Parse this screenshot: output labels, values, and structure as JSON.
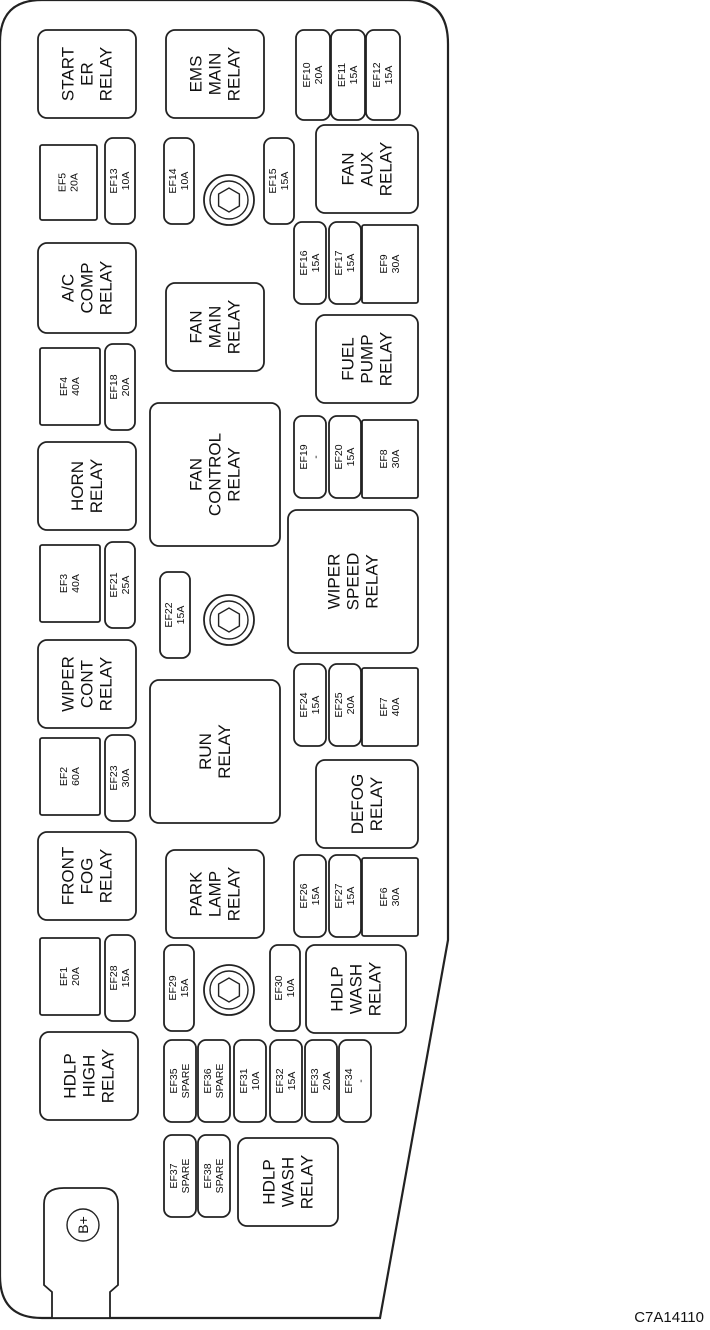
{
  "figure_code": "C7A14110",
  "battery_terminal": "B+",
  "relays": {
    "starter": [
      "START",
      "ER",
      "RELAY"
    ],
    "ems_main": [
      "EMS",
      "MAIN",
      "RELAY"
    ],
    "fan_aux": [
      "FAN",
      "AUX",
      "RELAY"
    ],
    "ac_comp": [
      "A/C",
      "COMP",
      "RELAY"
    ],
    "fan_main": [
      "FAN",
      "MAIN",
      "RELAY"
    ],
    "fuel_pump": [
      "FUEL",
      "PUMP",
      "RELAY"
    ],
    "horn": [
      "HORN",
      "RELAY"
    ],
    "fan_control": [
      "FAN",
      "CONTROL",
      "RELAY"
    ],
    "wiper_speed": [
      "WIPER",
      "SPEED",
      "RELAY"
    ],
    "wiper_cont": [
      "WIPER",
      "CONT",
      "RELAY"
    ],
    "run": [
      "RUN",
      "RELAY"
    ],
    "defog": [
      "DEFOG",
      "RELAY"
    ],
    "front_fog": [
      "FRONT",
      "FOG",
      "RELAY"
    ],
    "park_lamp": [
      "PARK",
      "LAMP",
      "RELAY"
    ],
    "hdlp_wash_upper": [
      "HDLP",
      "WASH",
      "RELAY"
    ],
    "hdlp_high": [
      "HDLP",
      "HIGH",
      "RELAY"
    ],
    "hdlp_wash_lower": [
      "HDLP",
      "WASH",
      "RELAY"
    ]
  },
  "fuses": {
    "ef1": [
      "EF1",
      "20A"
    ],
    "ef2": [
      "EF2",
      "60A"
    ],
    "ef3": [
      "EF3",
      "40A"
    ],
    "ef4": [
      "EF4",
      "40A"
    ],
    "ef5": [
      "EF5",
      "20A"
    ],
    "ef6": [
      "EF6",
      "30A"
    ],
    "ef7": [
      "EF7",
      "40A"
    ],
    "ef8": [
      "EF8",
      "30A"
    ],
    "ef9": [
      "EF9",
      "30A"
    ],
    "ef10": [
      "EF10",
      "20A"
    ],
    "ef11": [
      "EF11",
      "15A"
    ],
    "ef12": [
      "EF12",
      "15A"
    ],
    "ef13": [
      "EF13",
      "10A"
    ],
    "ef14": [
      "EF14",
      "10A"
    ],
    "ef15": [
      "EF15",
      "15A"
    ],
    "ef16": [
      "EF16",
      "15A"
    ],
    "ef17": [
      "EF17",
      "15A"
    ],
    "ef18": [
      "EF18",
      "20A"
    ],
    "ef19": [
      "EF19",
      "-"
    ],
    "ef20": [
      "EF20",
      "15A"
    ],
    "ef21": [
      "EF21",
      "25A"
    ],
    "ef22": [
      "EF22",
      "15A"
    ],
    "ef23": [
      "EF23",
      "30A"
    ],
    "ef24": [
      "EF24",
      "15A"
    ],
    "ef25": [
      "EF25",
      "20A"
    ],
    "ef26": [
      "EF26",
      "15A"
    ],
    "ef27": [
      "EF27",
      "15A"
    ],
    "ef28": [
      "EF28",
      "15A"
    ],
    "ef29": [
      "EF29",
      "15A"
    ],
    "ef30": [
      "EF30",
      "10A"
    ],
    "ef31": [
      "EF31",
      "10A"
    ],
    "ef32": [
      "EF32",
      "15A"
    ],
    "ef33": [
      "EF33",
      "20A"
    ],
    "ef34": [
      "EF34",
      "-"
    ],
    "ef35": [
      "EF35",
      "SPARE"
    ],
    "ef36": [
      "EF36",
      "SPARE"
    ],
    "ef37": [
      "EF37",
      "SPARE"
    ],
    "ef38": [
      "EF38",
      "SPARE"
    ]
  }
}
